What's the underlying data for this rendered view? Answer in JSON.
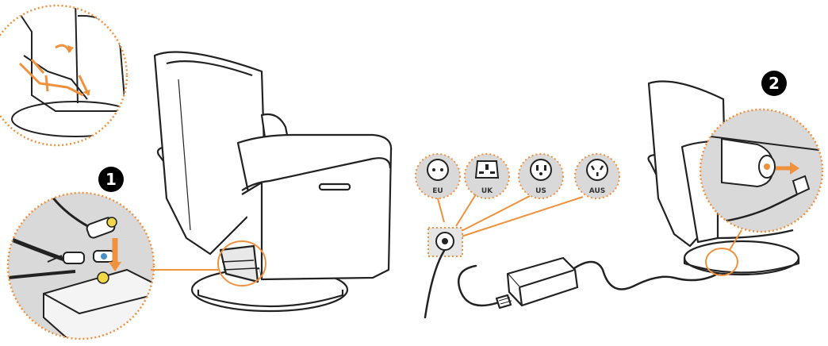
{
  "colors": {
    "accent": "#f0913e",
    "line": "#222222",
    "detail_fill": "#d9d9d9"
  },
  "steps": [
    {
      "number": "1"
    },
    {
      "number": "2"
    }
  ],
  "plugs": [
    {
      "label": "EU",
      "icon": "eu-socket-icon"
    },
    {
      "label": "UK",
      "icon": "uk-socket-icon"
    },
    {
      "label": "US",
      "icon": "us-socket-icon"
    },
    {
      "label": "AUS",
      "icon": "aus-socket-icon"
    }
  ]
}
